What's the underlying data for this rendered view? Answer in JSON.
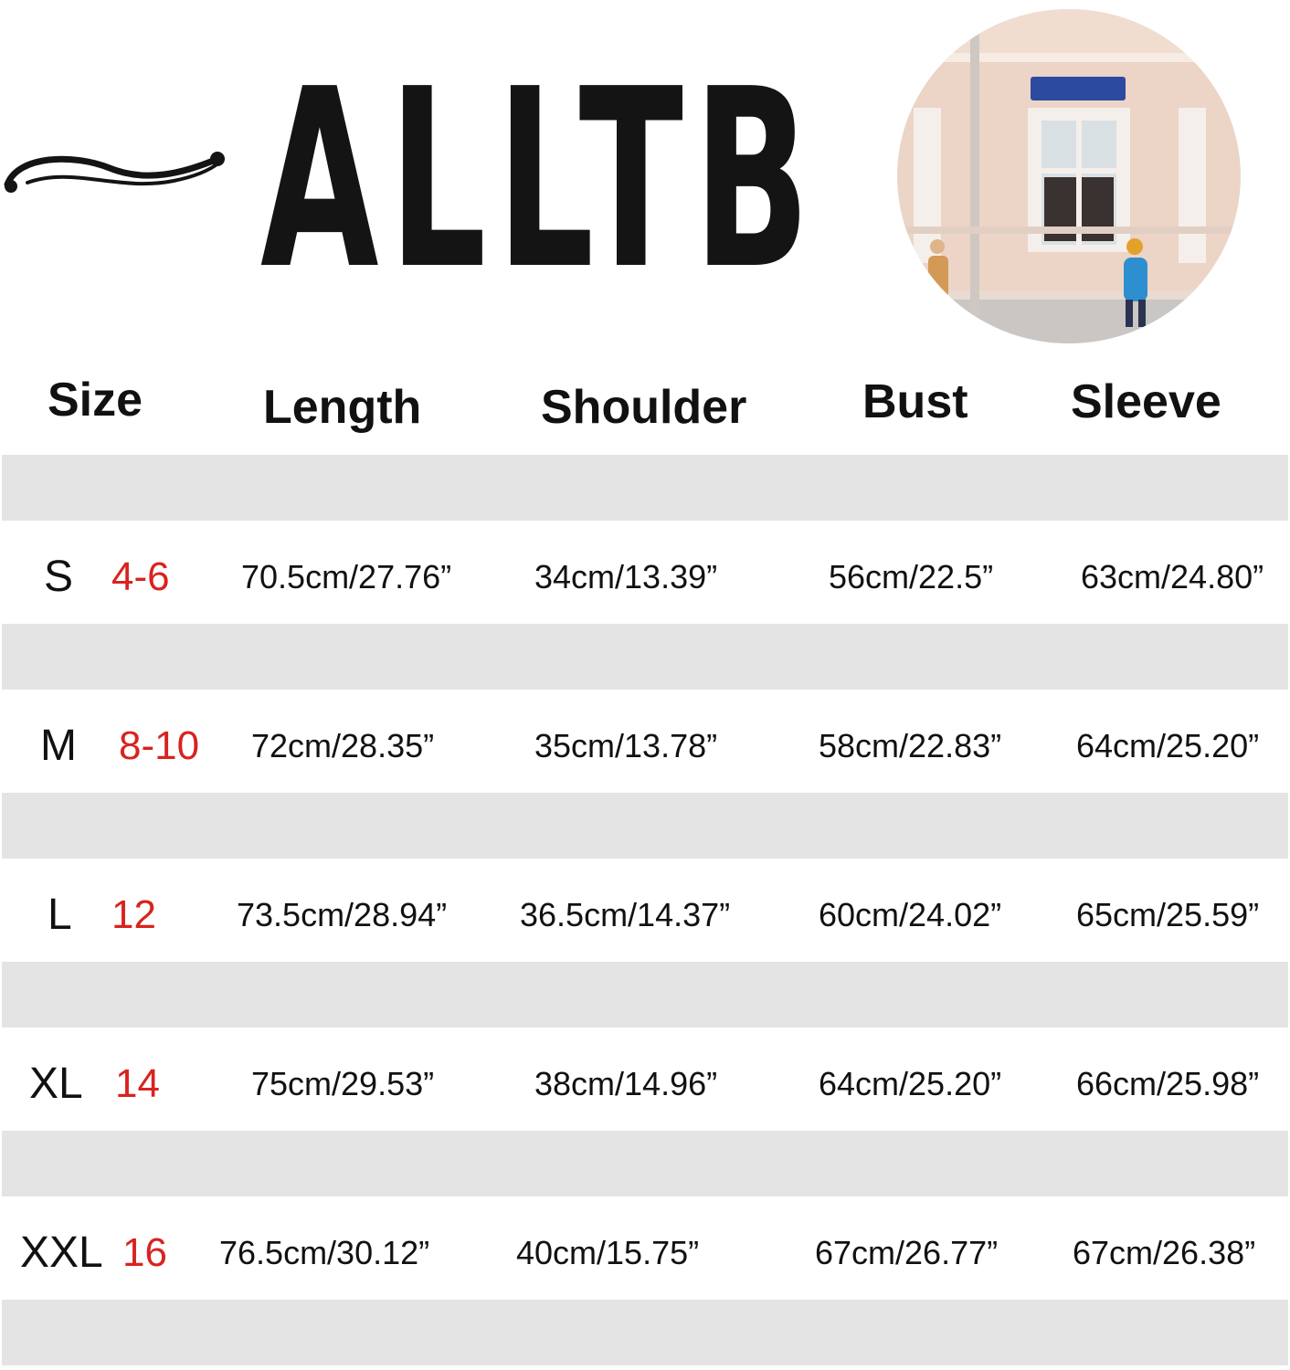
{
  "brand": {
    "logo_text": "ALLTB"
  },
  "colors": {
    "accent_red": "#d8231f",
    "stripe_grey": "#e4e4e4",
    "text": "#111111"
  },
  "table": {
    "headers": [
      "Size",
      "Length",
      "Shoulder",
      "Bust",
      "Sleeve"
    ],
    "rows": [
      {
        "size": "S",
        "us": "4-6",
        "length": "70.5cm/27.76”",
        "shoulder": "34cm/13.39”",
        "bust": "56cm/22.5”",
        "sleeve": "63cm/24.80”"
      },
      {
        "size": "M",
        "us": "8-10",
        "length": "72cm/28.35”",
        "shoulder": "35cm/13.78”",
        "bust": "58cm/22.83”",
        "sleeve": "64cm/25.20”"
      },
      {
        "size": "L",
        "us": "12",
        "length": "73.5cm/28.94”",
        "shoulder": "36.5cm/14.37”",
        "bust": "60cm/24.02”",
        "sleeve": "65cm/25.59”"
      },
      {
        "size": "XL",
        "us": "14",
        "length": "75cm/29.53”",
        "shoulder": "38cm/14.96”",
        "bust": "64cm/25.20”",
        "sleeve": "66cm/25.98”"
      },
      {
        "size": "XXL",
        "us": "16",
        "length": "76.5cm/30.12”",
        "shoulder": "40cm/15.75”",
        "bust": "67cm/26.77”",
        "sleeve": "67cm/26.38”"
      }
    ]
  }
}
